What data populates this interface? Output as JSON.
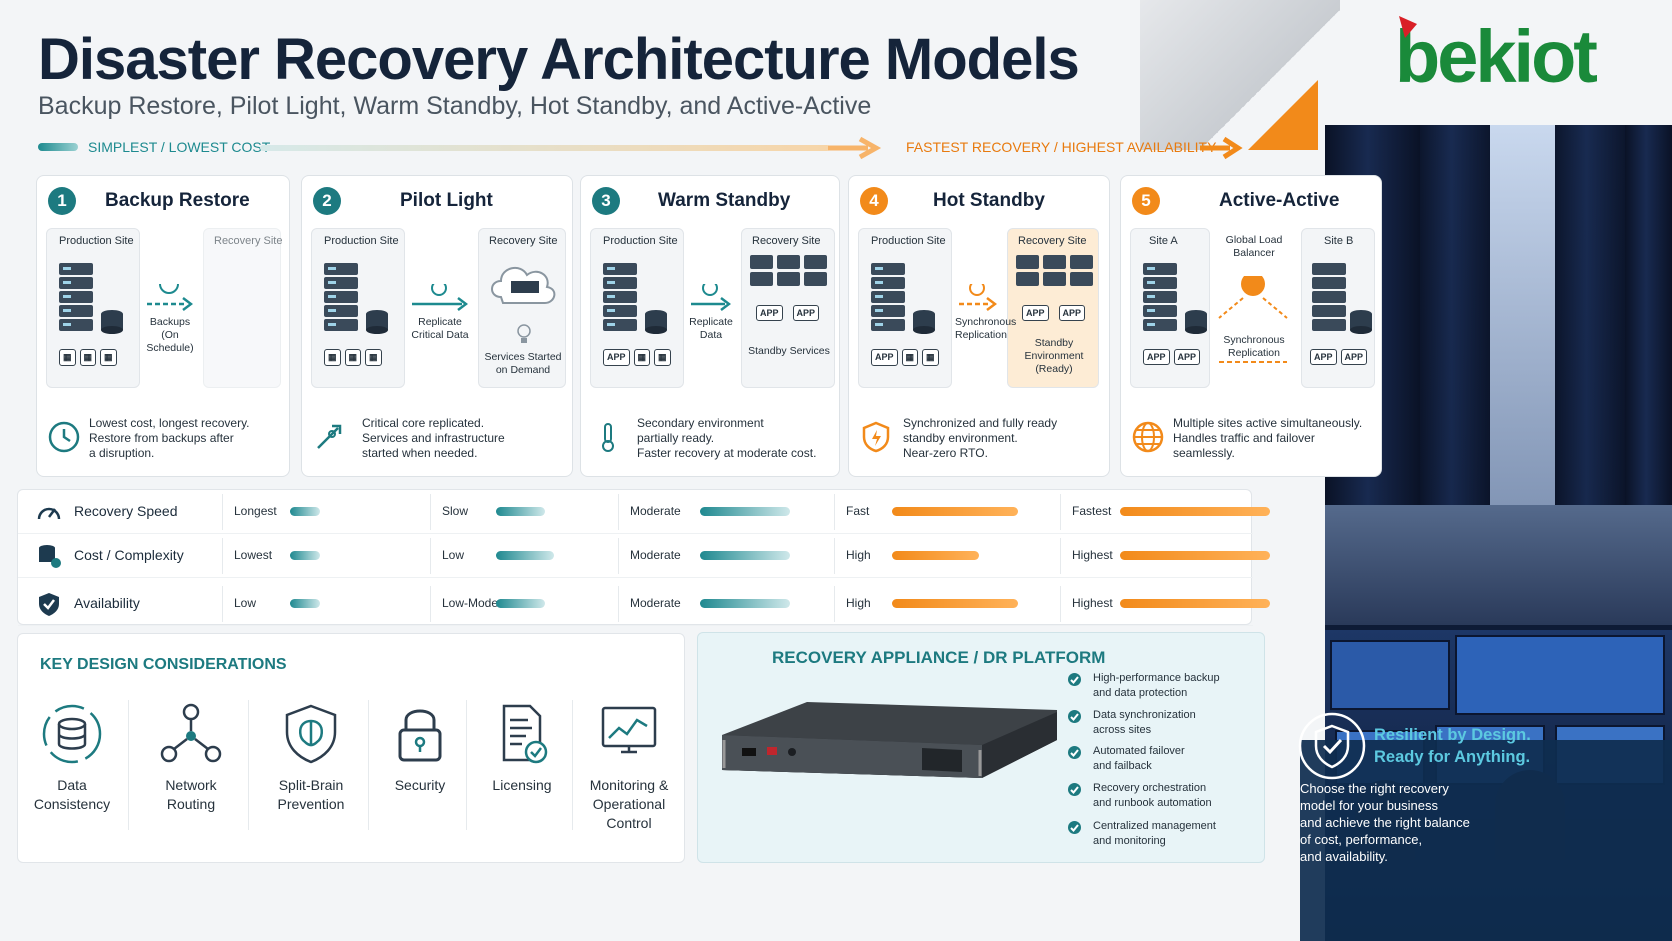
{
  "header": {
    "title": "Disaster Recovery Architecture Models",
    "subtitle": "Backup Restore, Pilot Light, Warm Standby, Hot Standby, and Active-Active",
    "logo_text": "bekiot"
  },
  "scale": {
    "left_label": "SIMPLEST / LOWEST COST",
    "right_label": "FASTEST RECOVERY / HIGHEST AVAILABILITY"
  },
  "models": [
    {
      "number": "1",
      "title": "Backup Restore",
      "left_site": "Production Site",
      "right_site": "Recovery Site",
      "connector": "Backups\n(On Schedule)",
      "apps": [
        "▦",
        "▦",
        "▦"
      ],
      "right_note": "",
      "description": "Lowest cost, longest recovery.\nRestore from backups after\na disruption.",
      "color": "#1d7a80"
    },
    {
      "number": "2",
      "title": "Pilot Light",
      "left_site": "Production Site",
      "right_site": "Recovery Site",
      "connector": "Replicate\nCritical Data",
      "apps": [
        "▦",
        "▦",
        "▦"
      ],
      "right_note": "Services\nStarted\non Demand",
      "description": "Critical core replicated.\nServices and infrastructure\nstarted when needed.",
      "color": "#1d7a80"
    },
    {
      "number": "3",
      "title": "Warm Standby",
      "left_site": "Production Site",
      "right_site": "Recovery Site",
      "connector": "Replicate\nData",
      "apps": [
        "APP",
        "▦",
        "▦"
      ],
      "right_apps": [
        "APP",
        "APP"
      ],
      "right_note": "Standby\nServices",
      "description": "Secondary environment\npartially ready.\nFaster recovery at moderate cost.",
      "color": "#1d7a80"
    },
    {
      "number": "4",
      "title": "Hot Standby",
      "left_site": "Production Site",
      "right_site": "Recovery Site",
      "connector": "Synchronous\nReplication",
      "apps": [
        "APP",
        "▦",
        "▦"
      ],
      "right_apps": [
        "APP",
        "APP"
      ],
      "right_note": "Standby\nEnvironment\n(Ready)",
      "description": "Synchronized and fully ready\nstandby environment.\nNear-zero RTO.",
      "color": "#f28a1a"
    },
    {
      "number": "5",
      "title": "Active-Active",
      "left_site": "Site A",
      "right_site": "Site B",
      "connector": "Global\nLoad Balancer",
      "connector2": "Synchronous\nReplication",
      "apps": [
        "APP",
        "APP"
      ],
      "right_apps": [
        "APP",
        "APP"
      ],
      "right_note": "",
      "description": "Multiple sites active simultaneously.\nHandles traffic and failover\nseamlessly.",
      "color": "#f28a1a"
    }
  ],
  "metrics": [
    {
      "label": "Recovery Speed",
      "values": [
        "Longest",
        "Slow",
        "Moderate",
        "Fast",
        "Fastest"
      ],
      "levels": [
        0.18,
        0.3,
        0.45,
        0.8,
        0.95
      ]
    },
    {
      "label": "Cost / Complexity",
      "values": [
        "Lowest",
        "Low",
        "Moderate",
        "High",
        "Highest"
      ],
      "levels": [
        0.18,
        0.35,
        0.45,
        0.55,
        0.95
      ]
    },
    {
      "label": "Availability",
      "values": [
        "Low",
        "Low-Moderate",
        "Moderate",
        "High",
        "Highest"
      ],
      "levels": [
        0.18,
        0.3,
        0.45,
        0.8,
        0.95
      ]
    }
  ],
  "key_design": {
    "title": "KEY DESIGN CONSIDERATIONS",
    "items": [
      {
        "label": "Data\nConsistency",
        "icon": "database-sync-icon"
      },
      {
        "label": "Network\nRouting",
        "icon": "network-nodes-icon"
      },
      {
        "label": "Split-Brain\nPrevention",
        "icon": "brain-shield-icon"
      },
      {
        "label": "Security",
        "icon": "lock-icon"
      },
      {
        "label": "Licensing",
        "icon": "license-document-icon"
      },
      {
        "label": "Monitoring &\nOperational\nControl",
        "icon": "monitor-chart-icon"
      }
    ]
  },
  "appliance": {
    "title": "RECOVERY APPLIANCE / DR PLATFORM",
    "features": [
      "High-performance backup\nand data protection",
      "Data synchronization\nacross sites",
      "Automated failover\nand failback",
      "Recovery orchestration\nand runbook automation",
      "Centralized management\nand monitoring"
    ]
  },
  "resilient": {
    "title": "Resilient by Design.\nReady for Anything.",
    "body": "Choose the right recovery\nmodel for your business\nand achieve the right balance\nof cost, performance,\nand availability."
  },
  "colors": {
    "teal": "#1d7a80",
    "orange": "#f28a1a",
    "navy": "#15243a",
    "logo_green": "#1a8a3a",
    "logo_red": "#d92027"
  }
}
